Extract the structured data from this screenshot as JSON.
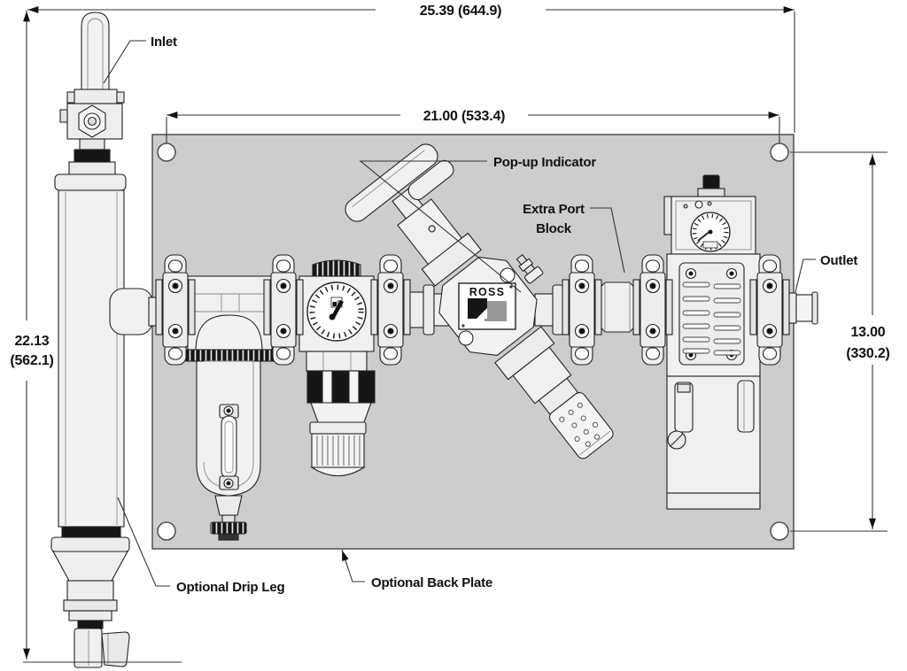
{
  "diagram": {
    "type": "technical-drawing",
    "brand": "ROSS",
    "dimensions": {
      "overall_width": "25.39 (644.9)",
      "plate_width": "21.00 (533.4)",
      "overall_height_in": "22.13",
      "overall_height_mm": "(562.1)",
      "plate_height_in": "13.00",
      "plate_height_mm": "(330.2)"
    },
    "labels": {
      "inlet": "Inlet",
      "popup_indicator": "Pop-up Indicator",
      "extra_port_line1": "Extra Port",
      "extra_port_line2": "Block",
      "outlet": "Outlet",
      "optional_drip_leg": "Optional Drip Leg",
      "optional_back_plate": "Optional Back Plate"
    },
    "colors": {
      "back_plate": "#cdcdcd",
      "component_fill": "#f1f1f1",
      "dark_fill": "#161616",
      "line": "#222222"
    }
  }
}
